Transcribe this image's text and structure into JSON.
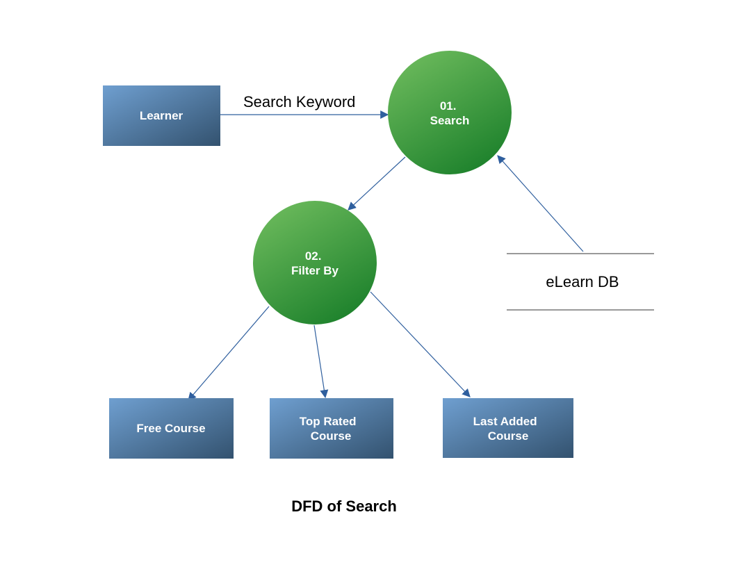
{
  "diagram": {
    "caption": "DFD of Search",
    "entities": {
      "learner": "Learner",
      "free_course": "Free Course",
      "top_rated_course": [
        "Top Rated",
        "Course"
      ],
      "last_added_course": [
        "Last Added",
        "Course"
      ]
    },
    "processes": {
      "search": [
        "01.",
        "Search"
      ],
      "filter_by": [
        "02.",
        "Filter By"
      ]
    },
    "flows": {
      "search_keyword": "Search Keyword"
    },
    "data_store": {
      "elearn_db": "eLearn DB"
    },
    "colors": {
      "entity_light": "#6f9fd0",
      "entity_dark": "#33526f",
      "process_light": "#6cba5c",
      "process_dark": "#1a7f2a",
      "flow": "#2f5f9e"
    }
  }
}
